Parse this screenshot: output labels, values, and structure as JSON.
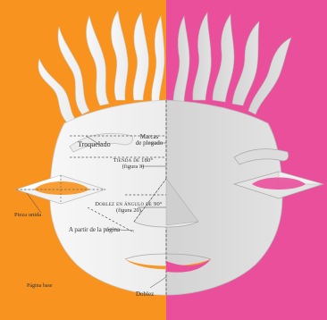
{
  "colors": {
    "left_bg": "#f7931e",
    "right_bg": "#ea4f9b",
    "paper_light": "#f4f4f4",
    "paper_shade": "#d9d9d9",
    "label_text": "#333333"
  },
  "labels": {
    "troquelado": "Troquelado",
    "marcas_line1": "Marcas",
    "marcas_line2": "de plegado",
    "tienda": "Tienda de 180°",
    "figura_3": "(figura 3)",
    "doblez_angulo": "Doblez en ángulo de 90°",
    "figura_20": "(figura 20)",
    "pieza_unida": "Pieza unida",
    "a_partir": "A partir de la página",
    "pagina_base": "Página base",
    "doblez": "Doblez"
  }
}
